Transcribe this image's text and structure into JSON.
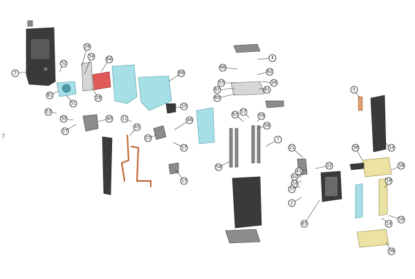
{
  "side_note": "- 81 -",
  "callouts": [
    "3",
    "32",
    "29",
    "34",
    "64",
    "69",
    "81",
    "31",
    "28",
    "10",
    "53",
    "30",
    "27",
    "40",
    "11",
    "45",
    "46",
    "23",
    "17",
    "13",
    "4",
    "66",
    "62",
    "33",
    "26",
    "67",
    "61",
    "60",
    "63",
    "57",
    "59",
    "58",
    "54",
    "7",
    "21",
    "22",
    "41",
    "42",
    "24",
    "37",
    "2",
    "45",
    "5",
    "14",
    "36",
    "18",
    "19",
    "14",
    "16",
    "39"
  ],
  "colors": {
    "cyan": "#a6dfe6",
    "red": "#e05a5a",
    "yellow": "#ece2a4",
    "dark": "#3a3a3a",
    "copper": "#c36a3a"
  }
}
